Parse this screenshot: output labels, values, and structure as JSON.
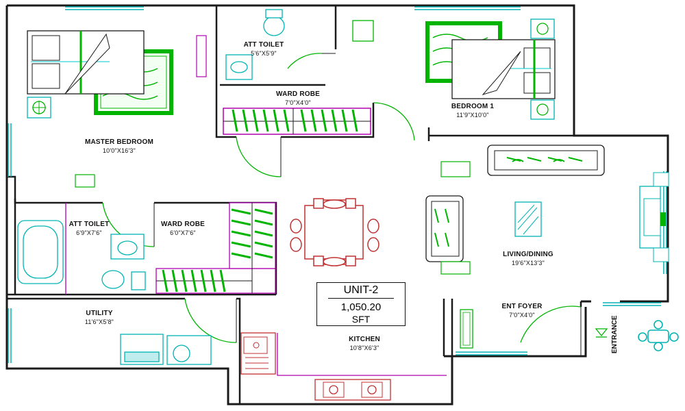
{
  "unit": {
    "title": "UNIT-2",
    "area": "1,050.20",
    "area_unit": "SFT"
  },
  "rooms": {
    "master_bedroom": {
      "name": "MASTER BEDROOM",
      "dims": "10'0\"X16'3\""
    },
    "att_toilet_top": {
      "name": "ATT TOILET",
      "dims": "5'6\"X5'9\""
    },
    "ward_robe_top": {
      "name": "WARD ROBE",
      "dims": "7'0\"X4'0\""
    },
    "bedroom_1": {
      "name": "BEDROOM 1",
      "dims": "11'9\"X10'0\""
    },
    "att_toilet_left": {
      "name": "ATT TOILET",
      "dims": "6'9\"X7'6\""
    },
    "ward_robe_left": {
      "name": "WARD ROBE",
      "dims": "6'0\"X7'6\""
    },
    "living_dining": {
      "name": "LIVING/DINING",
      "dims": "19'6\"X13'3\""
    },
    "utility": {
      "name": "UTILITY",
      "dims": "11'6\"X5'8\""
    },
    "kitchen": {
      "name": "KITCHEN",
      "dims": "10'8\"X6'3\""
    },
    "ent_foyer": {
      "name": "ENT FOYER",
      "dims": "7'0\"X4'0\""
    }
  },
  "entrance": "ENTRANCE",
  "colors": {
    "wall": "#1a1a1a",
    "fixture": "#00c8c8",
    "furniture": "#00b400",
    "dining": "#c03030",
    "partition": "#b000b0"
  }
}
